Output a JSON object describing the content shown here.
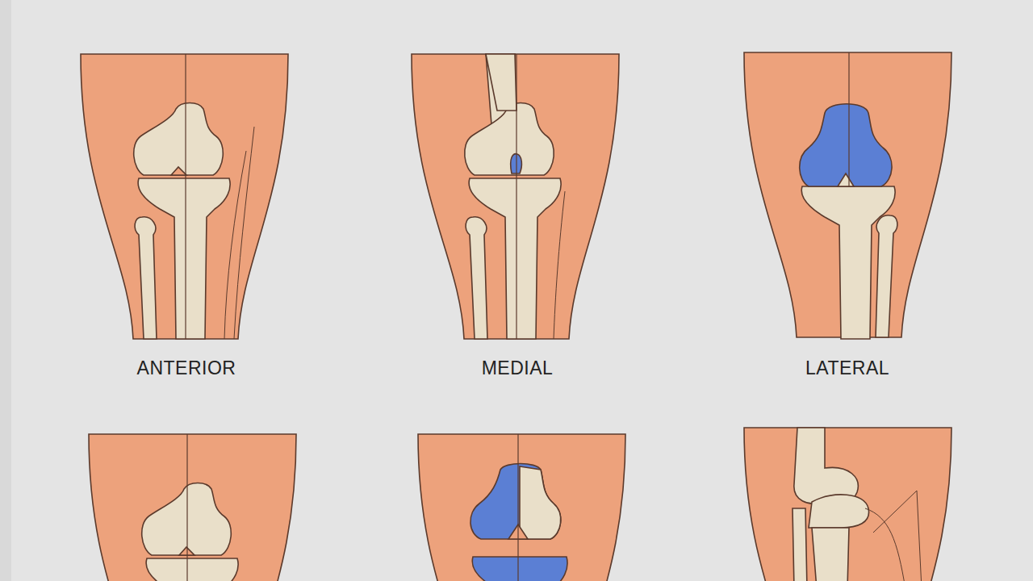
{
  "diagram": {
    "labels": [
      "ANTERIOR",
      "MEDIAL",
      "LATERAL"
    ]
  }
}
